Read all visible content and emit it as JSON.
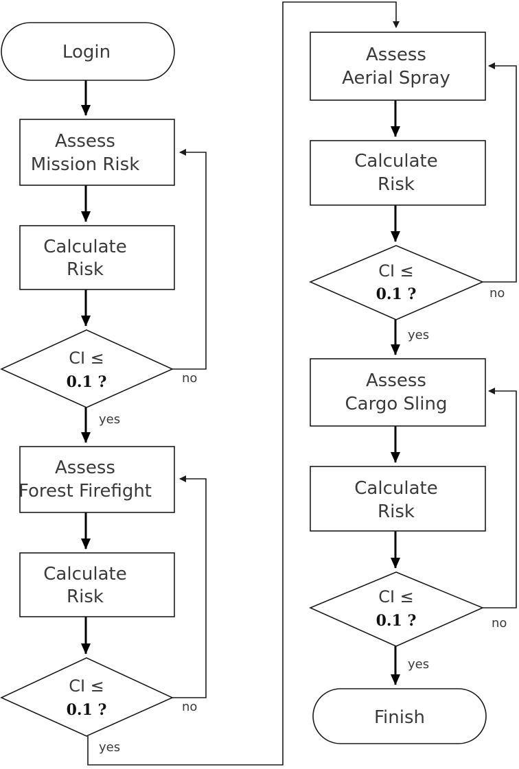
{
  "flowchart": {
    "start": "Login",
    "end": "Finish",
    "steps": {
      "assess_mission": [
        "Assess",
        "Mission Risk"
      ],
      "calc_1": [
        "Calculate",
        "Risk"
      ],
      "dec_1": [
        "CI ≤",
        "0.1 ?"
      ],
      "assess_forest": [
        "Assess",
        "Forest Firefight"
      ],
      "calc_2": [
        "Calculate",
        "Risk"
      ],
      "dec_2": [
        "CI ≤",
        "0.1 ?"
      ],
      "assess_aerial": [
        "Assess",
        "Aerial Spray"
      ],
      "calc_3": [
        "Calculate",
        "Risk"
      ],
      "dec_3": [
        "CI ≤",
        "0.1 ?"
      ],
      "assess_cargo": [
        "Assess",
        "Cargo Sling"
      ],
      "calc_4": [
        "Calculate",
        "Risk"
      ],
      "dec_4": [
        "CI ≤",
        "0.1 ?"
      ]
    },
    "labels": {
      "yes": "yes",
      "no": "no"
    }
  }
}
